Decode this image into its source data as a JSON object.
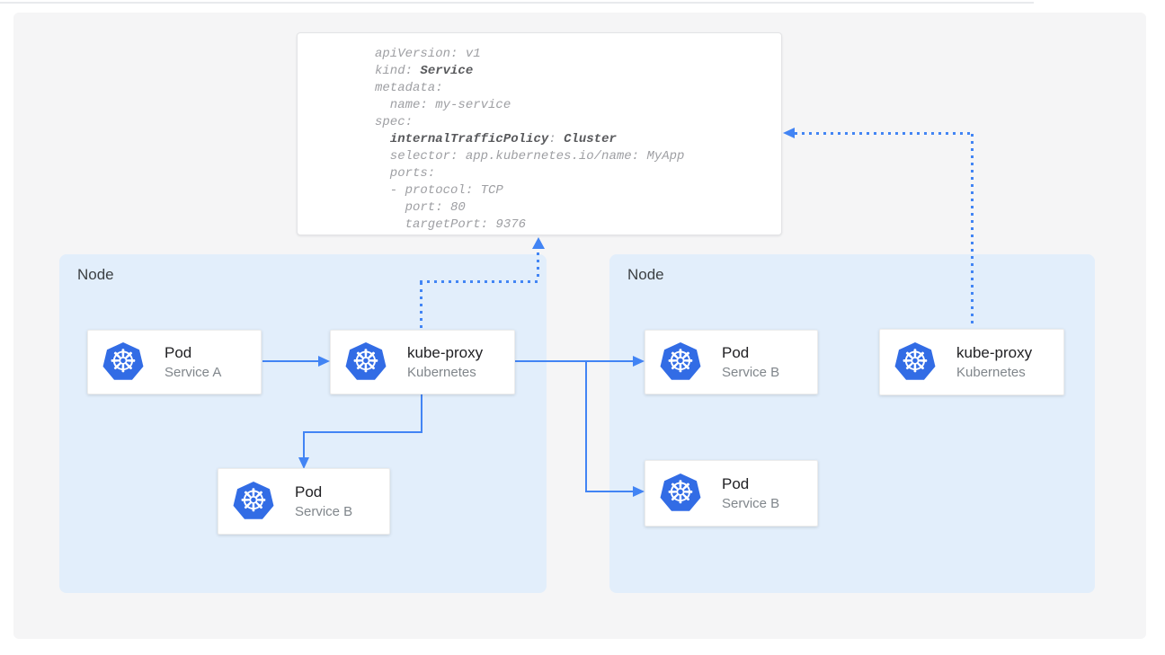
{
  "colors": {
    "accent_blue": "#4285f4",
    "kubernetes_blue": "#326ce5",
    "node_background": "#e2eefb",
    "panel_background": "#f5f5f6",
    "code_text": "#9e9fa3",
    "code_bold_text": "#58595c"
  },
  "icons": {
    "kubernetes_glyph": "☸"
  },
  "yaml_box": {
    "lines": [
      [
        {
          "t": "apiVersion: v1",
          "b": false
        }
      ],
      [
        {
          "t": "kind: ",
          "b": false
        },
        {
          "t": "Service",
          "b": true
        }
      ],
      [
        {
          "t": "metadata:",
          "b": false
        }
      ],
      [
        {
          "t": "  name: my-service",
          "b": false
        }
      ],
      [
        {
          "t": "spec:",
          "b": false
        }
      ],
      [
        {
          "t": "  ",
          "b": false
        },
        {
          "t": "internalTrafficPolicy",
          "b": true
        },
        {
          "t": ": ",
          "b": false
        },
        {
          "t": "Cluster",
          "b": true
        }
      ],
      [
        {
          "t": "  selector: app.kubernetes.io/name: MyApp",
          "b": false
        }
      ],
      [
        {
          "t": "  ports:",
          "b": false
        }
      ],
      [
        {
          "t": "  - protocol: TCP",
          "b": false
        }
      ],
      [
        {
          "t": "    port: 80",
          "b": false
        }
      ],
      [
        {
          "t": "    targetPort: 9376",
          "b": false
        }
      ]
    ]
  },
  "nodes": {
    "left": {
      "label": "Node"
    },
    "right": {
      "label": "Node"
    }
  },
  "cards": {
    "pod_a": {
      "title": "Pod",
      "subtitle": "Service A"
    },
    "kube_proxy_left": {
      "title": "kube-proxy",
      "subtitle": "Kubernetes"
    },
    "pod_b_left": {
      "title": "Pod",
      "subtitle": "Service B"
    },
    "pod_b_right_top": {
      "title": "Pod",
      "subtitle": "Service B"
    },
    "kube_proxy_right": {
      "title": "kube-proxy",
      "subtitle": "Kubernetes"
    },
    "pod_b_right_bottom": {
      "title": "Pod",
      "subtitle": "Service B"
    }
  }
}
